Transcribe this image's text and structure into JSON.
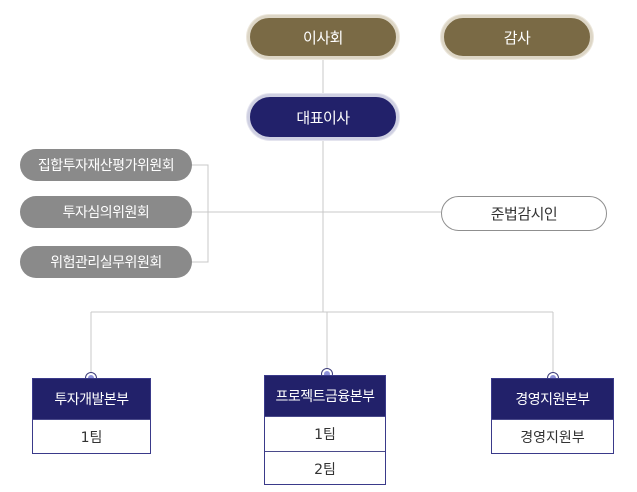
{
  "board": {
    "label": "이사회"
  },
  "audit": {
    "label": "감사"
  },
  "ceo": {
    "label": "대표이사"
  },
  "committees": [
    {
      "label": "집합투자재산평가위원회"
    },
    {
      "label": "투자심의위원회"
    },
    {
      "label": "위험관리실무위원회"
    }
  ],
  "compliance": {
    "label": "준법감시인"
  },
  "divisions": [
    {
      "title": "투자개발본부",
      "teams": [
        "1팀"
      ]
    },
    {
      "title": "프로젝트금융본부",
      "teams": [
        "1팀",
        "2팀"
      ]
    },
    {
      "title": "경영지원본부",
      "teams": [
        "경영지원부"
      ]
    }
  ],
  "colors": {
    "gold": "#7a6a45",
    "navy": "#22216a",
    "gray": "#8a8a8a",
    "connector": "#c8c8c8"
  }
}
